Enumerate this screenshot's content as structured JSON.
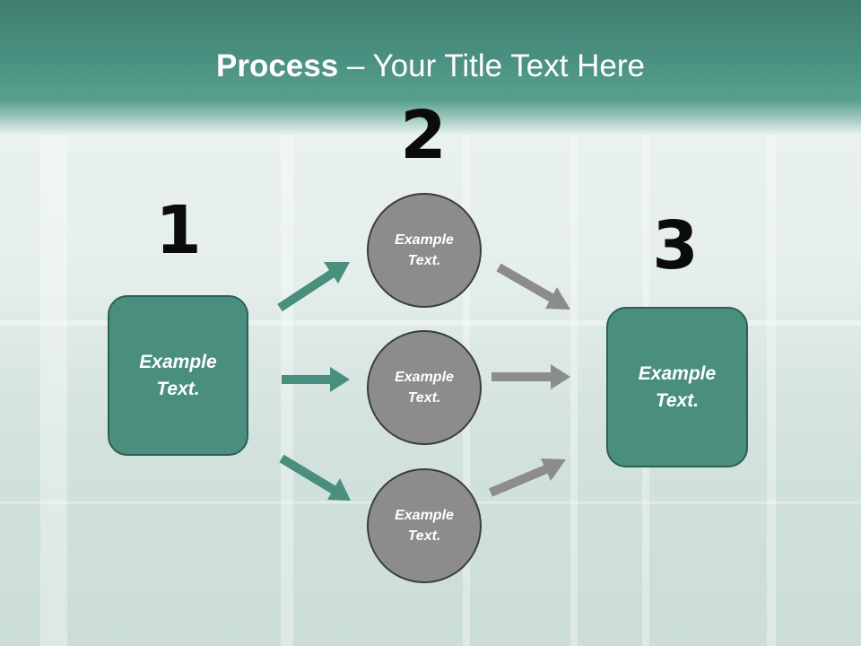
{
  "title": {
    "bold": "Process",
    "rest": " – Your Title Text Here"
  },
  "steps": {
    "one": "1",
    "two": "2",
    "three": "3"
  },
  "left_box": {
    "text": "Example\nText."
  },
  "right_box": {
    "text": "Example\nText."
  },
  "circles": [
    {
      "text": "Example\nText."
    },
    {
      "text": "Example\nText."
    },
    {
      "text": "Example\nText."
    }
  ],
  "colors": {
    "header": "#4a9181",
    "box": "#4a8f7e",
    "circle": "#8c8c8c",
    "teal_arrow": "#4a8f7e",
    "gray_arrow": "#8c8c8c"
  }
}
